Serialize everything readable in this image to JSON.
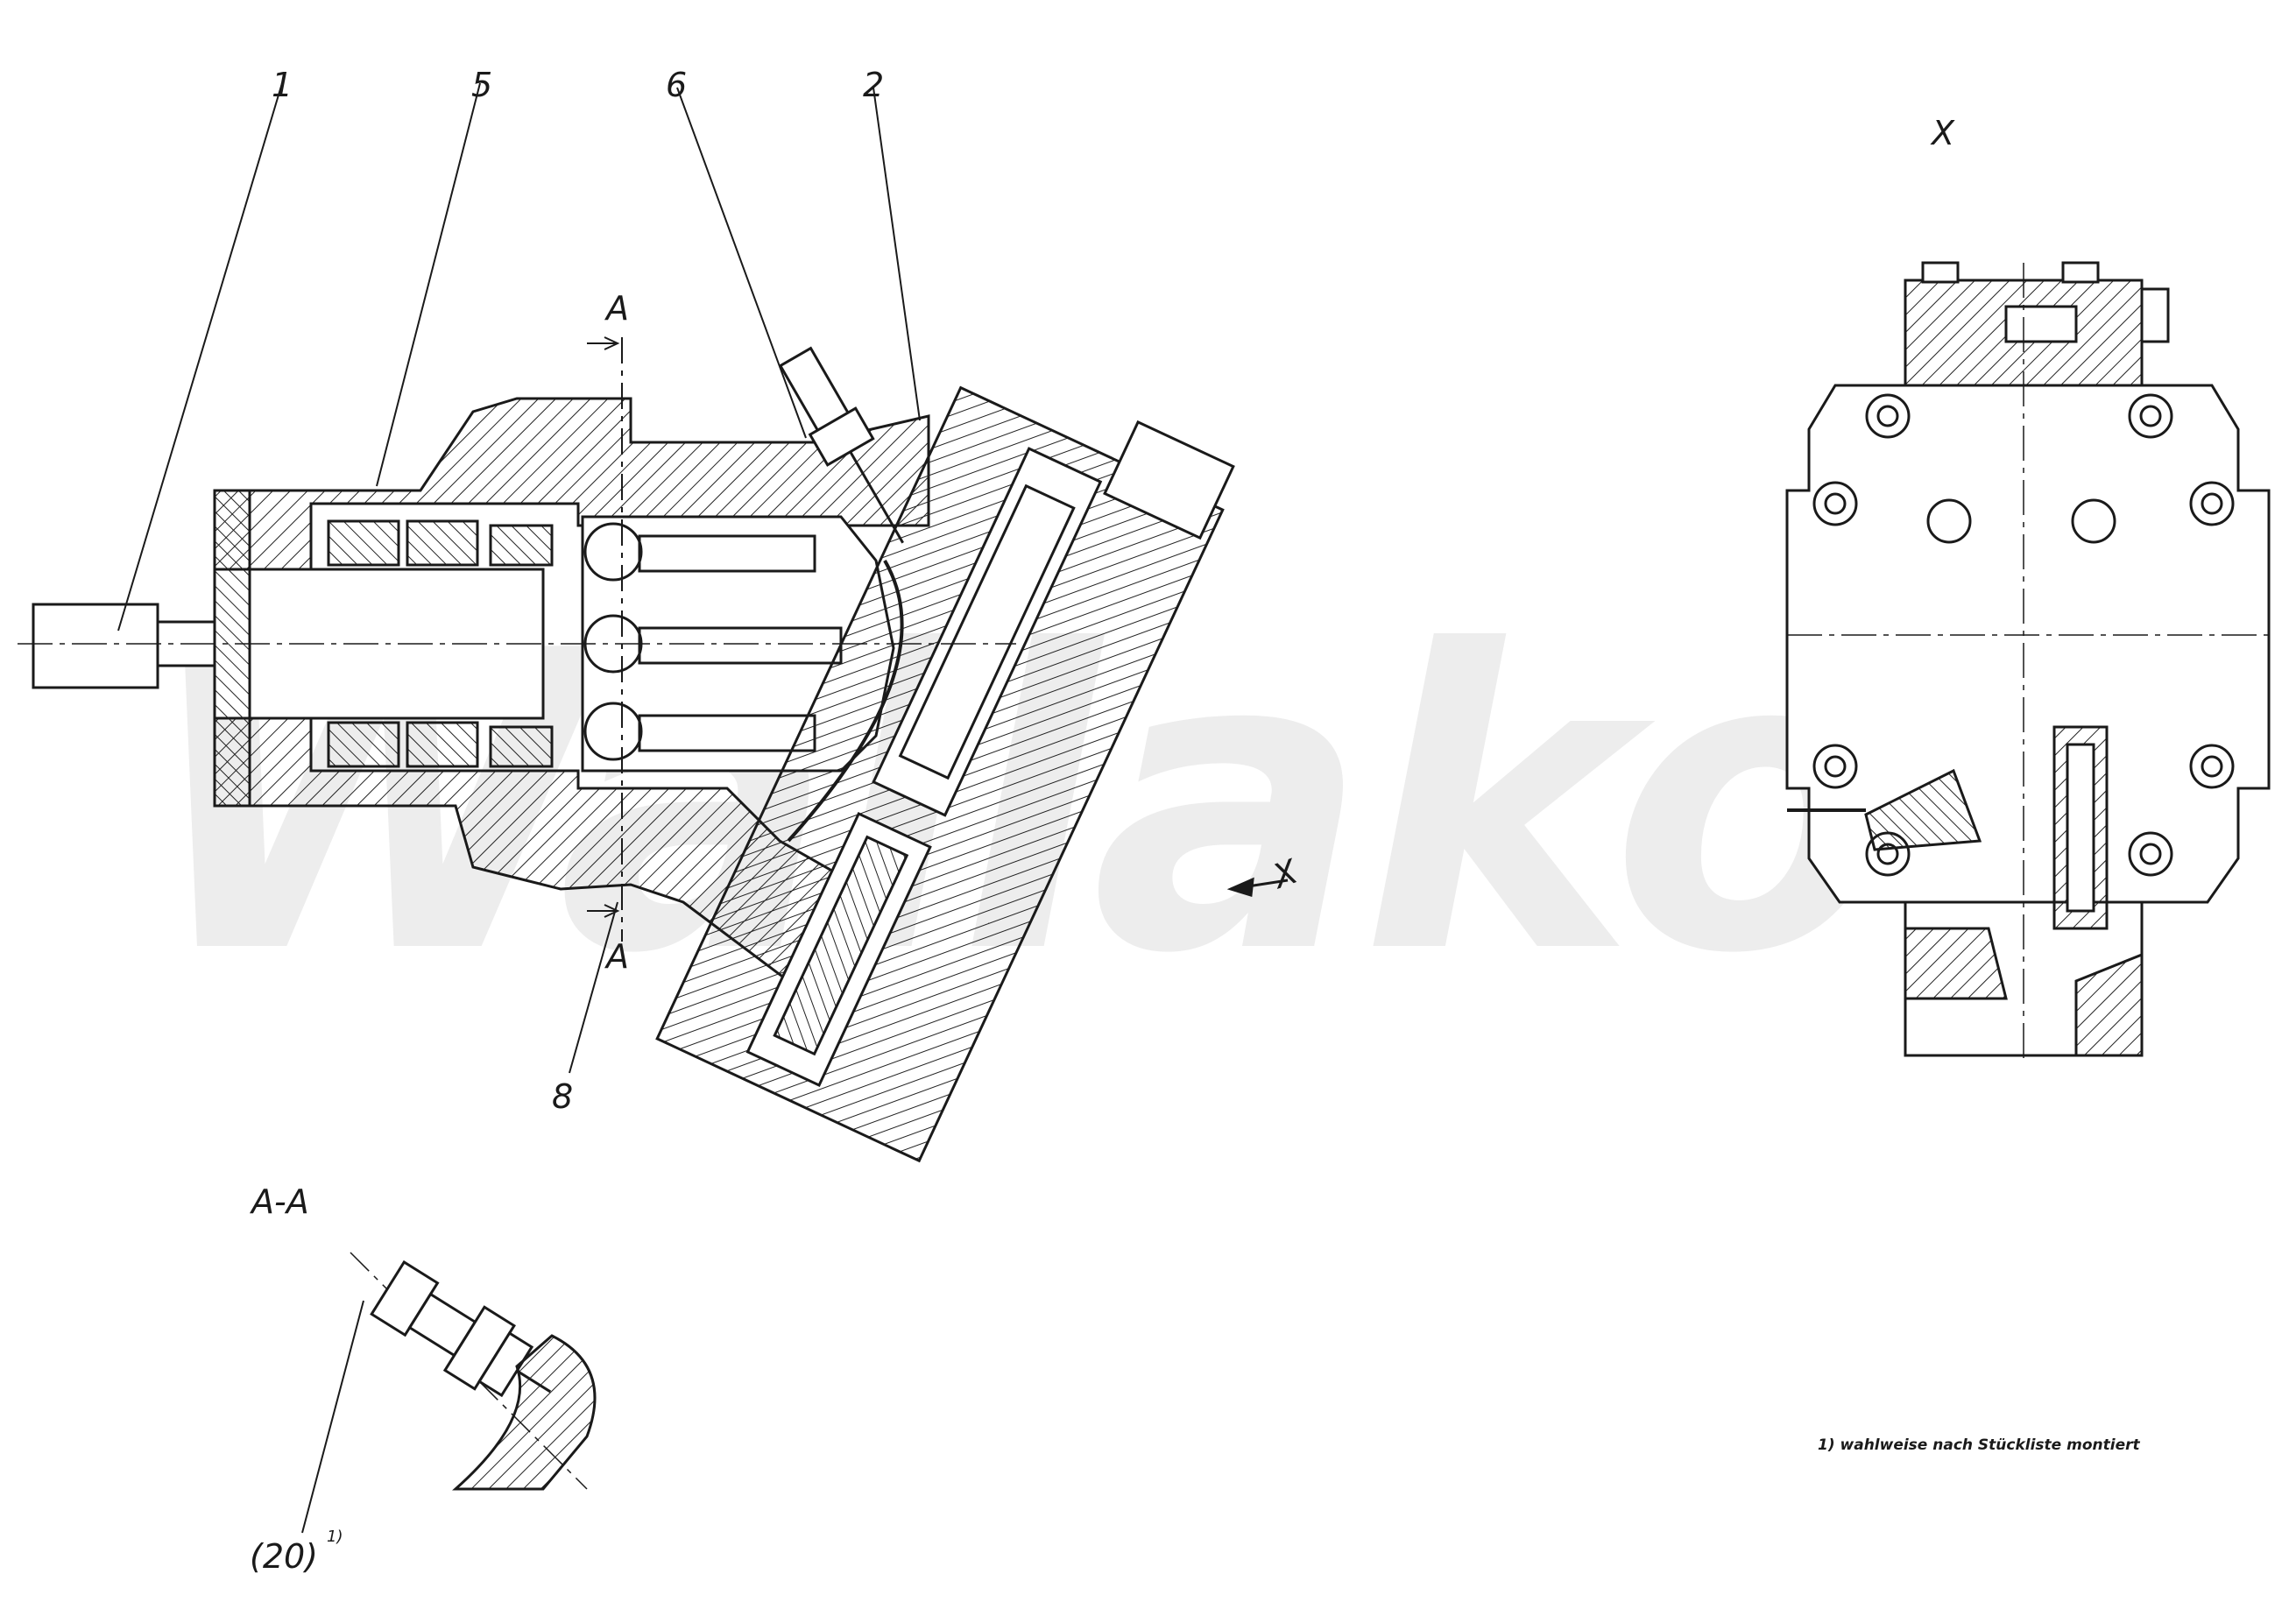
{
  "watermark": "Wallako",
  "callouts": [
    "1",
    "5",
    "6",
    "2",
    "8"
  ],
  "section": {
    "mark": "A",
    "title": "A-A"
  },
  "view_x": {
    "mark": "X"
  },
  "part_ref": {
    "number": "(20)",
    "superscript": "1)"
  },
  "footnote": "1) wahlweise nach Stückliste montiert"
}
